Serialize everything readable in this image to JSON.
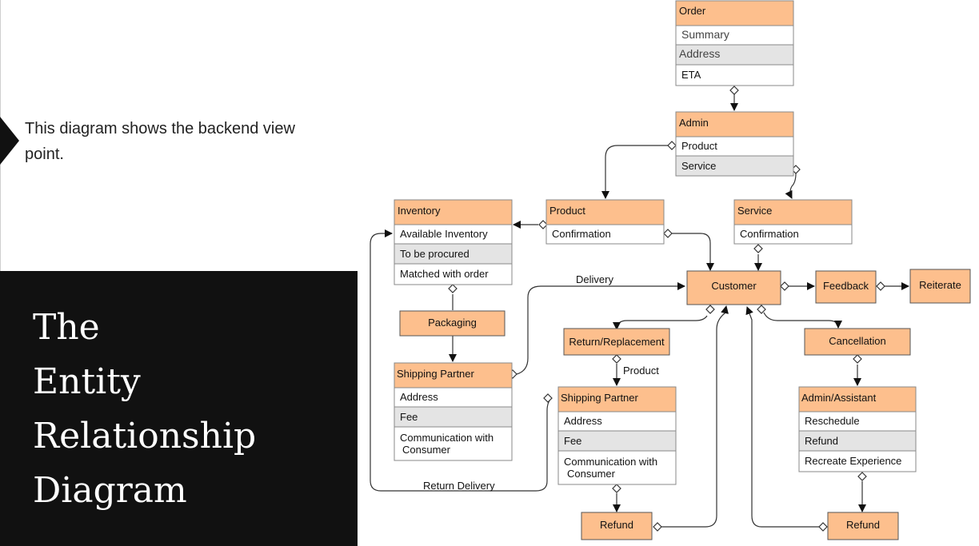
{
  "slide": {
    "caption": "This diagram shows the backend view point.",
    "title_lines": [
      "The",
      "Entity",
      "Relationship",
      "Diagram"
    ]
  },
  "colors": {
    "header": "#fdbf8d",
    "panel": "#111111",
    "alt_row": "#e4e4e4",
    "line": "#333333"
  },
  "entities": {
    "order": {
      "title": "Order",
      "rows": [
        "Summary",
        "Address",
        "ETA"
      ]
    },
    "admin": {
      "title": "Admin",
      "rows": [
        "Product",
        "Service"
      ]
    },
    "inventory": {
      "title": "Inventory",
      "rows": [
        "Available Inventory",
        "To be procured",
        "Matched with order"
      ]
    },
    "product": {
      "title": "Product",
      "rows": [
        "Confirmation"
      ]
    },
    "service": {
      "title": "Service",
      "rows": [
        "Confirmation"
      ]
    },
    "customer": {
      "title": "Customer"
    },
    "feedback": {
      "title": "Feedback"
    },
    "reiterate": {
      "title": "Reiterate"
    },
    "packaging": {
      "title": "Packaging"
    },
    "shipping_partner_1": {
      "title": "Shipping Partner",
      "rows": [
        "Address",
        "Fee",
        "Communication with",
        "Consumer"
      ]
    },
    "return_replacement": {
      "title": "Return/Replacement"
    },
    "shipping_partner_2": {
      "title": "Shipping Partner",
      "rows": [
        "Address",
        "Fee",
        "Communication with",
        "Consumer"
      ]
    },
    "cancellation": {
      "title": "Cancellation"
    },
    "admin_assistant": {
      "title": "Admin/Assistant",
      "rows": [
        "Reschedule",
        "Refund",
        "Recreate Experience"
      ]
    },
    "refund_1": {
      "title": "Refund"
    },
    "refund_2": {
      "title": "Refund"
    }
  },
  "edge_labels": {
    "delivery": "Delivery",
    "return_delivery": "Return Delivery",
    "product": "Product"
  }
}
